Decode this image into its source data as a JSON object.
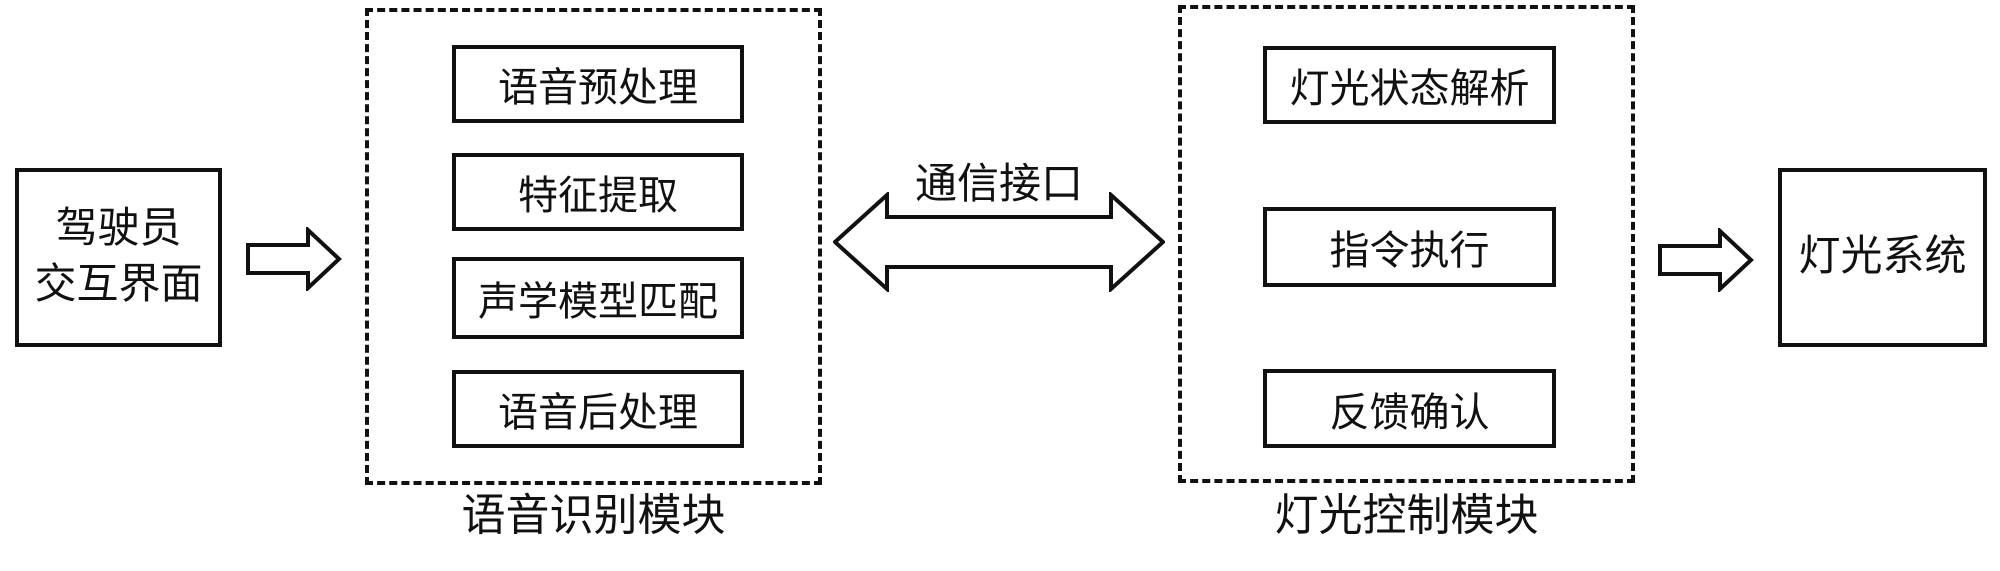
{
  "driver_interface": {
    "lines": [
      "驾驶员",
      "交互界面"
    ]
  },
  "speech_module": {
    "label": "语音识别模块",
    "steps": [
      "语音预处理",
      "特征提取",
      "声学模型匹配",
      "语音后处理"
    ]
  },
  "communication_interface": {
    "label": "通信接口"
  },
  "light_module": {
    "label": "灯光控制模块",
    "steps": [
      "灯光状态解析",
      "指令执行",
      "反馈确认"
    ]
  },
  "light_system": {
    "label": "灯光系统"
  },
  "colors": {
    "line": "#111111",
    "background": "#ffffff"
  }
}
